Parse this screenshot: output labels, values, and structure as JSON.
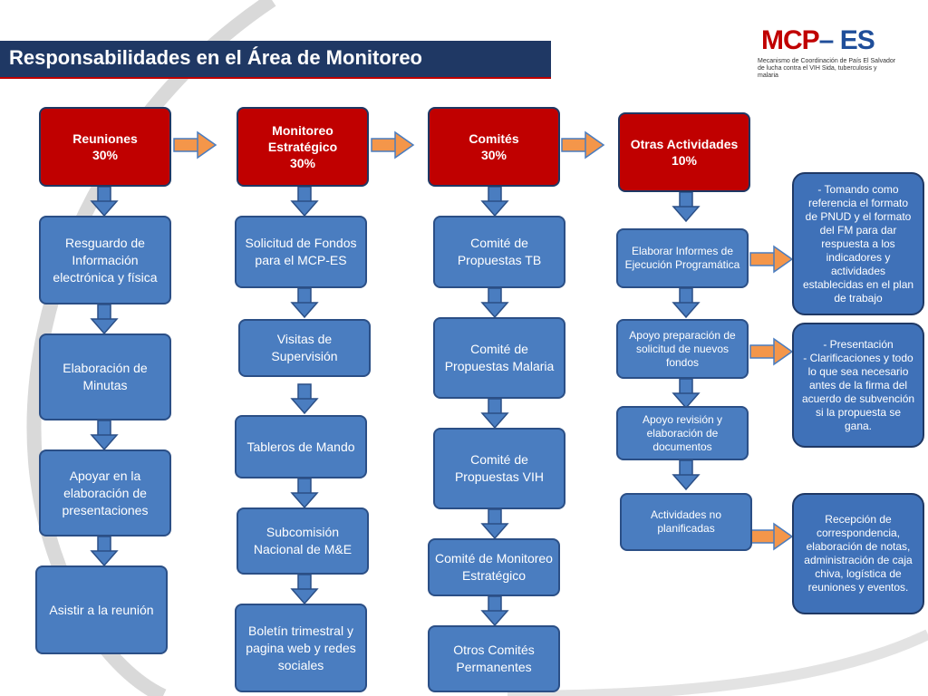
{
  "title": "Responsabilidades en el Área de Monitoreo",
  "logo": {
    "name_part1": "MCP",
    "name_part2": "ES",
    "subtitle": "Mecanismo de Coordinación de País El Salvador de lucha contra el VIH Sida, tuberculosis y malaria"
  },
  "columns": [
    {
      "header": "Reuniones\n30%",
      "items": [
        "Resguardo de Información electrónica y física",
        "Elaboración de Minutas",
        "Apoyar en la elaboración de presentaciones",
        "Asistir a la reunión"
      ]
    },
    {
      "header": "Monitoreo Estratégico\n30%",
      "items": [
        "Solicitud de Fondos para el MCP-ES",
        "Visitas de Supervisión",
        "Tableros de Mando",
        "Subcomisión Nacional de M&E",
        "Boletín trimestral y pagina web y redes sociales"
      ]
    },
    {
      "header": "Comités\n30%",
      "items": [
        "Comité de Propuestas TB",
        "Comité de Propuestas Malaria",
        "Comité de Propuestas VIH",
        "Comité de Monitoreo Estratégico",
        "Otros Comités Permanentes"
      ]
    },
    {
      "header": "Otras Actividades\n10%",
      "items": [
        "Elaborar Informes de Ejecución Programática",
        "Apoyo preparación de solicitud de nuevos fondos",
        "Apoyo revisión y elaboración de documentos",
        "Actividades no planificadas"
      ]
    }
  ],
  "notes": [
    "- Tomando como referencia el formato de PNUD y el formato del FM para dar respuesta a los indicadores y actividades establecidas en el plan de trabajo",
    "- Presentación\n- Clarificaciones y todo lo que sea necesario antes de la firma del acuerdo de subvención si la propuesta se gana.",
    "Recepción de correspondencia, elaboración de notas, administración de caja chiva, logística de reuniones y eventos."
  ],
  "colors": {
    "header_red": "#c00000",
    "item_blue": "#4a7dc0",
    "arrow_orange": "#f4964a",
    "title_bar": "#1f3864"
  }
}
